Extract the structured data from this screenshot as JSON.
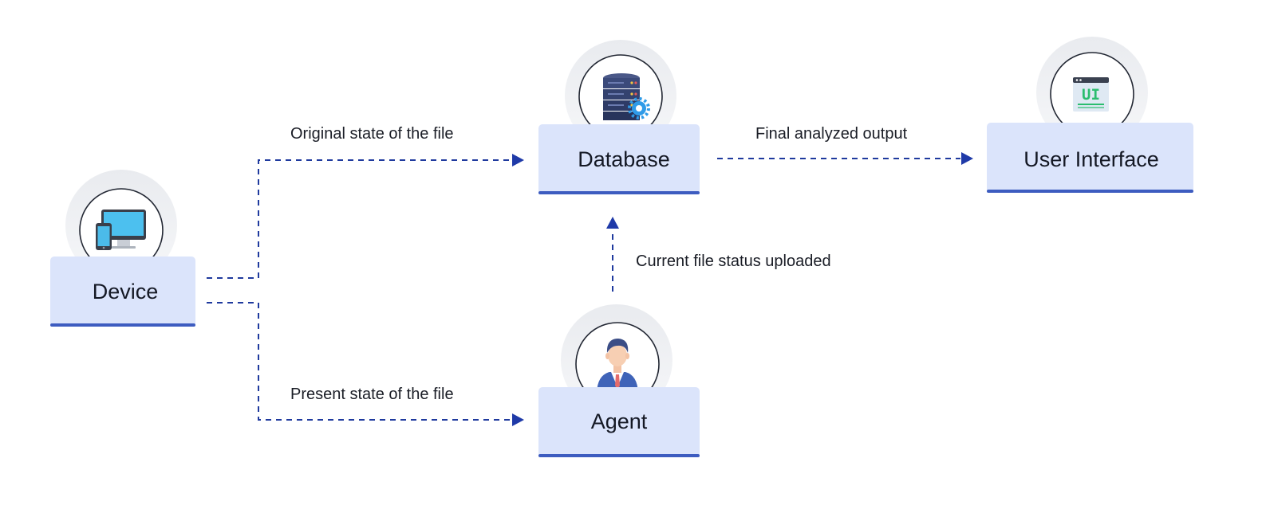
{
  "nodes": {
    "device": {
      "label": "Device",
      "icon": "device-icon"
    },
    "database": {
      "label": "Database",
      "icon": "database-server-icon"
    },
    "user_interface": {
      "label": "User Interface",
      "icon": "ui-window-icon",
      "icon_text": "UI"
    },
    "agent": {
      "label": "Agent",
      "icon": "agent-person-icon"
    }
  },
  "edges": [
    {
      "from": "device",
      "to": "database",
      "label": "Original state of the file"
    },
    {
      "from": "device",
      "to": "agent",
      "label": "Present state of the file"
    },
    {
      "from": "agent",
      "to": "database",
      "label": "Current file status uploaded"
    },
    {
      "from": "database",
      "to": "user_interface",
      "label": "Final analyzed output"
    }
  ],
  "colors": {
    "node_fill": "#dbe4fb",
    "node_accent": "#3d5cc0",
    "connector": "#1f3a9e",
    "halo": "#eceef2",
    "ui_text": "#2bbd6e"
  }
}
